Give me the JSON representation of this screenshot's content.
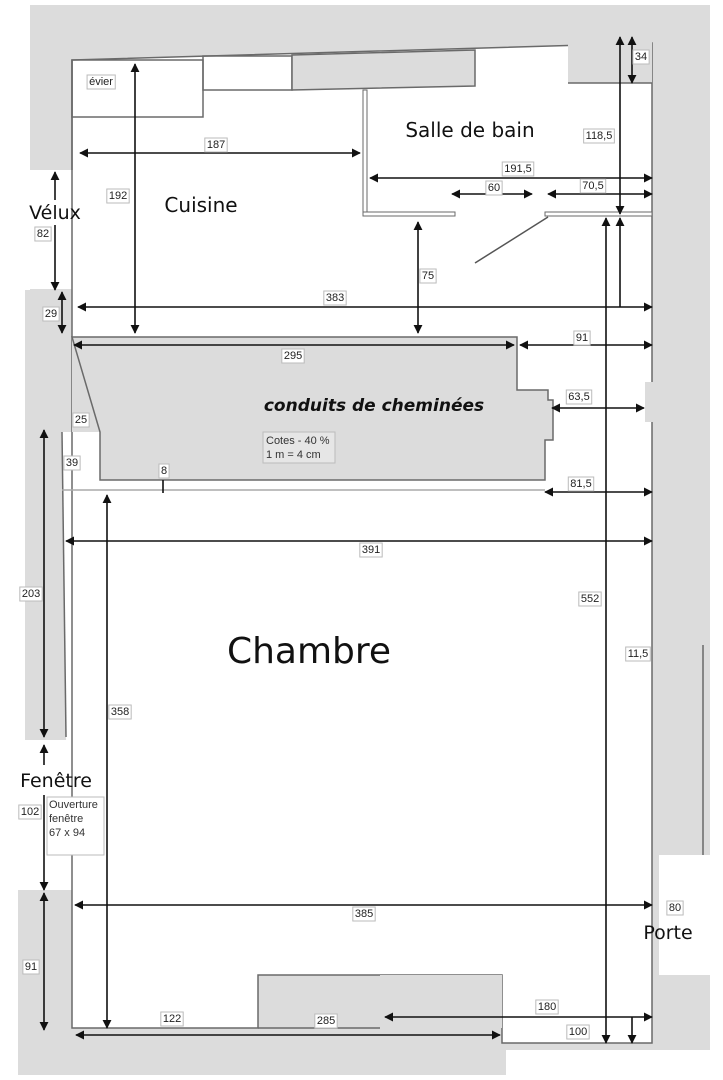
{
  "rooms": {
    "salle_de_bain": "Salle de bain",
    "cuisine": "Cuisine",
    "velux": "Vélux",
    "conduits": "conduits de cheminées",
    "chambre": "Chambre",
    "fenetre": "Fenêtre",
    "porte": "Porte"
  },
  "notes": {
    "evier": "évier",
    "cotes_line1": "Cotes - 40 %",
    "cotes_line2": "1 m = 4 cm",
    "ouverture_line1": "Ouverture",
    "ouverture_line2": "fenêtre",
    "ouverture_line3": "67 x 94"
  },
  "dimensions": {
    "d34": "34",
    "d118_5": "118,5",
    "d187": "187",
    "d191_5": "191,5",
    "d60": "60",
    "d70_5": "70,5",
    "d192": "192",
    "d82": "82",
    "d75": "75",
    "d383": "383",
    "d29": "29",
    "d91_top": "91",
    "d295": "295",
    "d63_5": "63,5",
    "d25": "25",
    "d39": "39",
    "d8": "8",
    "d81_5": "81,5",
    "d391": "391",
    "d203": "203",
    "d552": "552",
    "d11_5": "11,5",
    "d358": "358",
    "d102": "102",
    "d385": "385",
    "d80": "80",
    "d91_bottom": "91",
    "d122": "122",
    "d285": "285",
    "d180": "180",
    "d100": "100"
  }
}
